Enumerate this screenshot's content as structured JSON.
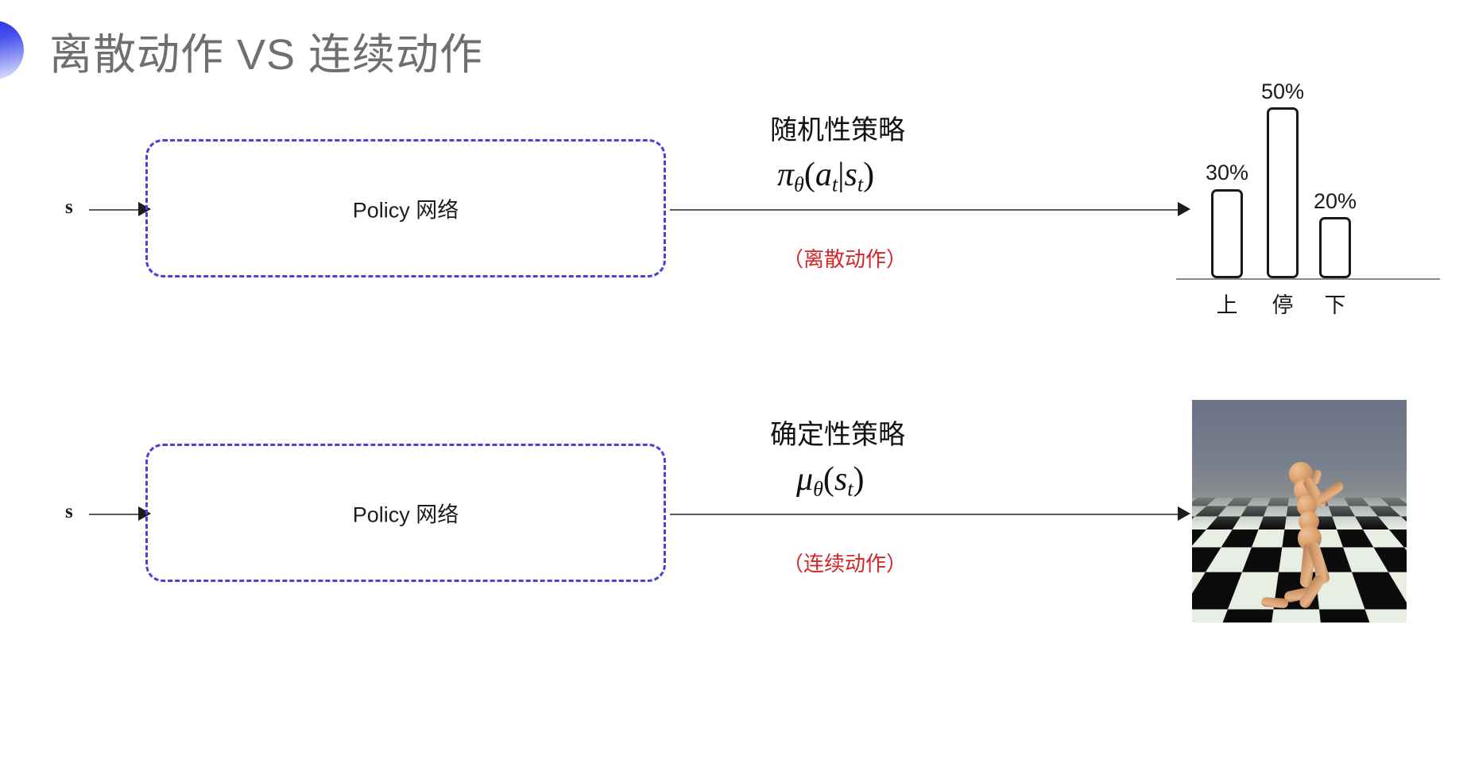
{
  "slide": {
    "title": "离散动作 VS 连续动作",
    "bullet_icon": "half-circle-bullet-icon",
    "title_color": "#6f6f6f",
    "accent_color": "#4a44d6",
    "note_color": "#d42626"
  },
  "discrete": {
    "state_label": "s",
    "policy_label": "Policy 网络",
    "policy_kind": "随机性策略",
    "formula_plain": "πθ(at|st)",
    "formula": {
      "fn": "π",
      "fn_sub": "θ",
      "open": "(",
      "arg": "a",
      "arg_sub": "t",
      "bar": "|",
      "cond": "s",
      "cond_sub": "t",
      "close": ")"
    },
    "action_note": "（离散动作）"
  },
  "continuous": {
    "state_label": "s",
    "policy_label": "Policy 网络",
    "policy_kind": "确定性策略",
    "formula_plain": "μθ(st)",
    "formula": {
      "fn": "μ",
      "fn_sub": "θ",
      "open": "(",
      "arg": "s",
      "arg_sub": "t",
      "close": ")"
    },
    "action_note": "（连续动作）",
    "sim_image_alt": "humanoid-simulation-checkerboard"
  },
  "chart_data": {
    "type": "bar",
    "title": "",
    "categories": [
      "上",
      "停",
      "下"
    ],
    "values": [
      30,
      50,
      20
    ],
    "value_labels": [
      "30%",
      "50%",
      "20%"
    ],
    "ylim": [
      0,
      55
    ],
    "xlabel": "",
    "ylabel": "",
    "grid": false,
    "legend": "none",
    "bar_style": {
      "fill": "#ffffff",
      "stroke": "#1a1a1a",
      "rounded": true
    }
  }
}
